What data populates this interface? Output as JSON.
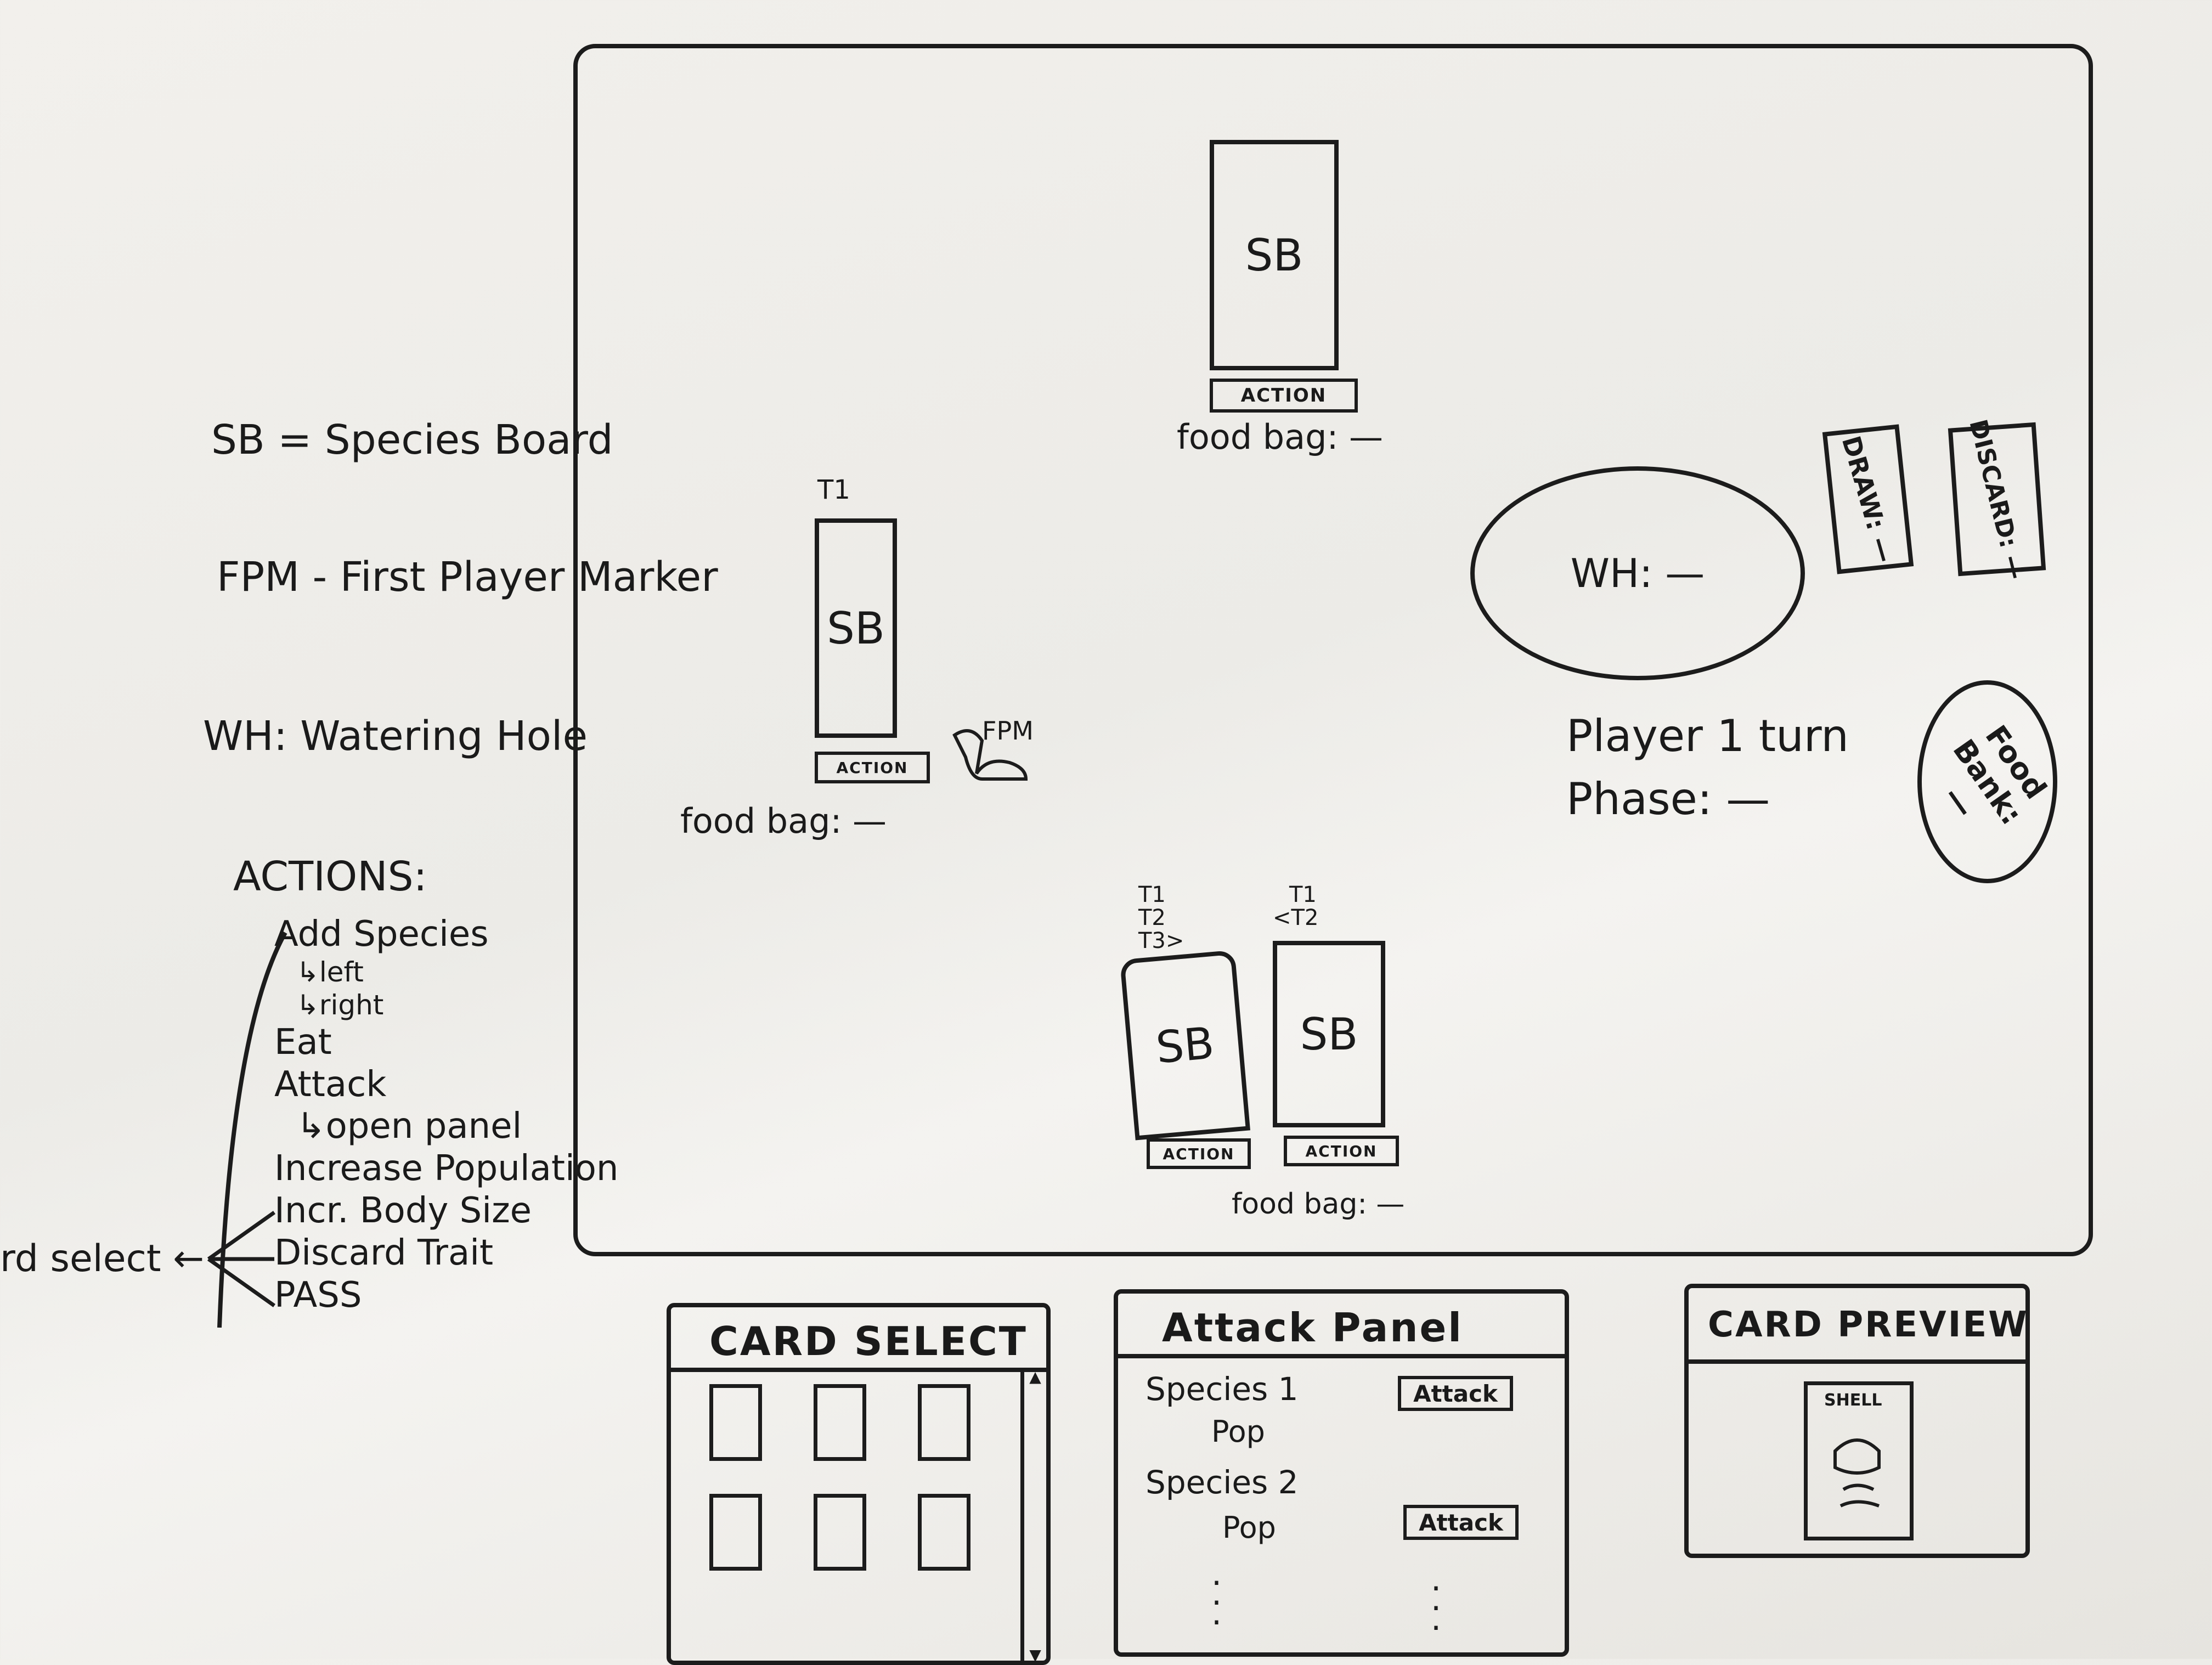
{
  "legend": {
    "sb": "SB = Species Board",
    "fpm": "FPM - First Player Marker",
    "wh": "WH: Watering Hole"
  },
  "actions": {
    "title": "ACTIONS:",
    "items": [
      "Add Species",
      "↳left",
      "↳right",
      "Eat",
      "Attack",
      "↳open panel",
      "Increase Population",
      "Incr. Body Size",
      "Discard Trait",
      "PASS"
    ],
    "card_select_ref": "rd select ←"
  },
  "board": {
    "top_player": {
      "sb": "SB",
      "action": "ACTION",
      "food_bag": "food bag: —"
    },
    "left_player": {
      "trait": "T1",
      "sb": "SB",
      "action": "ACTION",
      "fpm": "FPM",
      "food_bag": "food bag: —"
    },
    "bottom_player": {
      "species1": {
        "traits": [
          "T1",
          "T2",
          "T3>"
        ],
        "sb": "SB",
        "action": "ACTION"
      },
      "species2": {
        "traits": [
          "T1",
          "<T2"
        ],
        "sb": "SB",
        "action": "ACTION"
      },
      "food_bag": "food bag: —"
    },
    "watering_hole": "WH: —",
    "draw": "DRAW: —",
    "discard": "DISCARD: —",
    "food_bank": "Food Bank: —",
    "turn": "Player 1 turn",
    "phase": "Phase: —"
  },
  "card_select": {
    "title": "CARD SELECT",
    "scroll_up": "▲",
    "scroll_down": "▼"
  },
  "attack_panel": {
    "title": "Attack Panel",
    "rows": [
      {
        "species": "Species 1",
        "pop": "Pop",
        "button": "Attack"
      },
      {
        "species": "Species 2",
        "pop": "Pop",
        "button": "Attack"
      }
    ]
  },
  "card_preview": {
    "title": "CARD PREVIEW",
    "card_name": "SHELL"
  },
  "colors": {
    "ink": "#1c1c1c",
    "board": "#efede9"
  }
}
